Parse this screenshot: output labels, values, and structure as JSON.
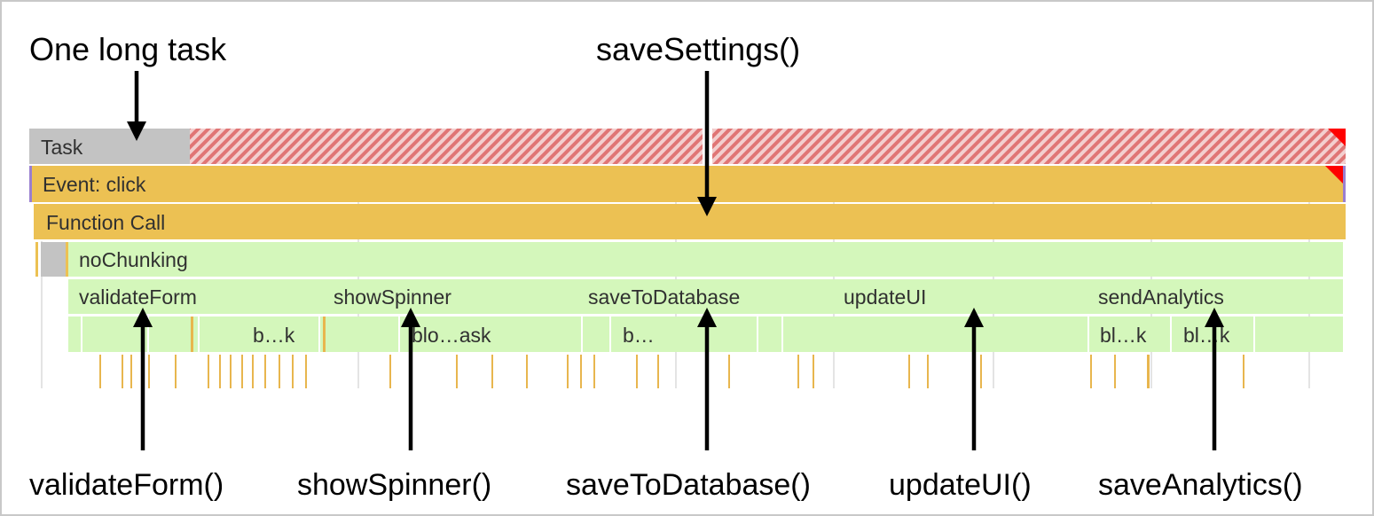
{
  "annotations": {
    "top_left": "One long task",
    "top_center": "saveSettings()",
    "bottom": [
      "validateForm()",
      "showSpinner()",
      "saveToDatabase()",
      "updateUI()",
      "saveAnalytics()"
    ]
  },
  "tracks": {
    "task": "Task",
    "event": "Event: click",
    "function_call": "Function Call",
    "no_chunking": "noChunking",
    "functions": [
      "validateForm",
      "showSpinner",
      "saveToDatabase",
      "updateUI",
      "sendAnalytics"
    ],
    "sub_labels": [
      "b…k",
      "blo…ask",
      "b…",
      "bl…k",
      "bl…k"
    ]
  },
  "colors": {
    "task_gray": "#c3c3c3",
    "long_task_red": "#e06a6a",
    "event_yellow": "#ecc153",
    "function_green": "#d4f7bb",
    "corner_red": "#ff0000",
    "tick_yellow": "#e8b64e"
  }
}
